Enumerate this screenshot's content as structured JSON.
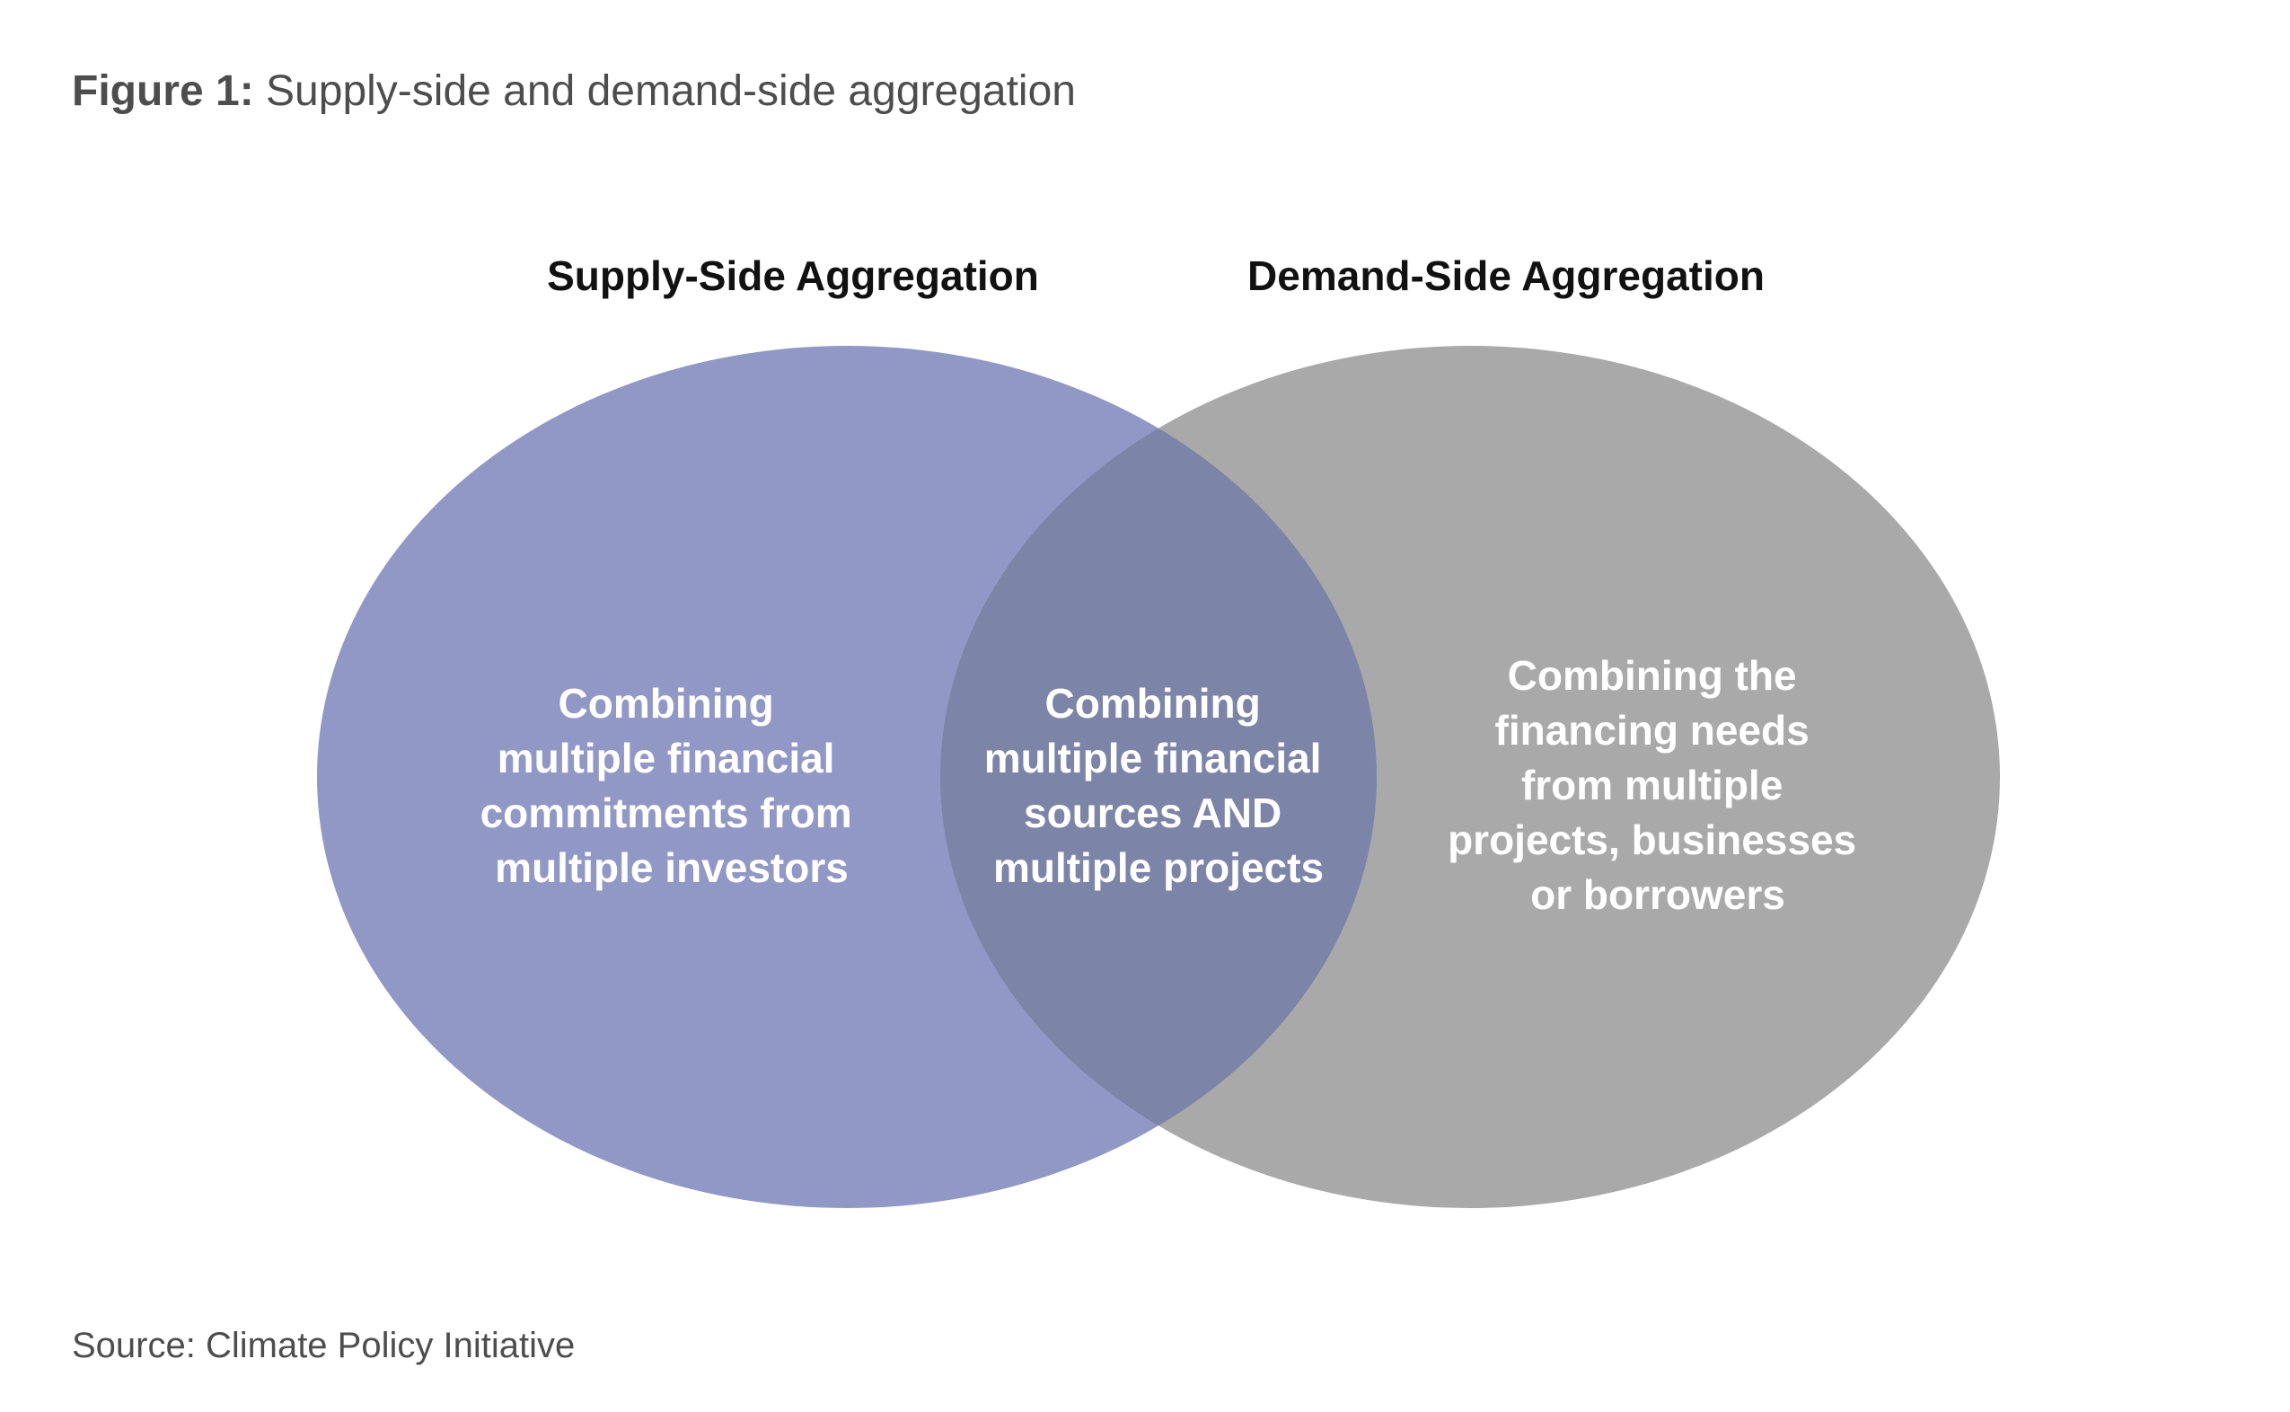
{
  "figure": {
    "label": "Figure 1:",
    "caption": "Supply-side and demand-side aggregation"
  },
  "venn": {
    "left_set": {
      "title": "Supply-Side Aggregation",
      "text_lines": [
        "Combining",
        "multiple financial",
        "commitments from",
        "multiple investors"
      ],
      "color": "#9198c6"
    },
    "right_set": {
      "title": "Demand-Side Aggregation",
      "text_lines": [
        "Combining the",
        "financing needs",
        "from multiple",
        "projects, businesses",
        "or borrowers"
      ],
      "color": "#a8a9a8"
    },
    "intersection": {
      "text_lines": [
        "Combining",
        "multiple financial",
        "sources AND",
        "multiple projects"
      ],
      "color": "#7c84a8"
    }
  },
  "source": "Source: Climate Policy Initiative"
}
